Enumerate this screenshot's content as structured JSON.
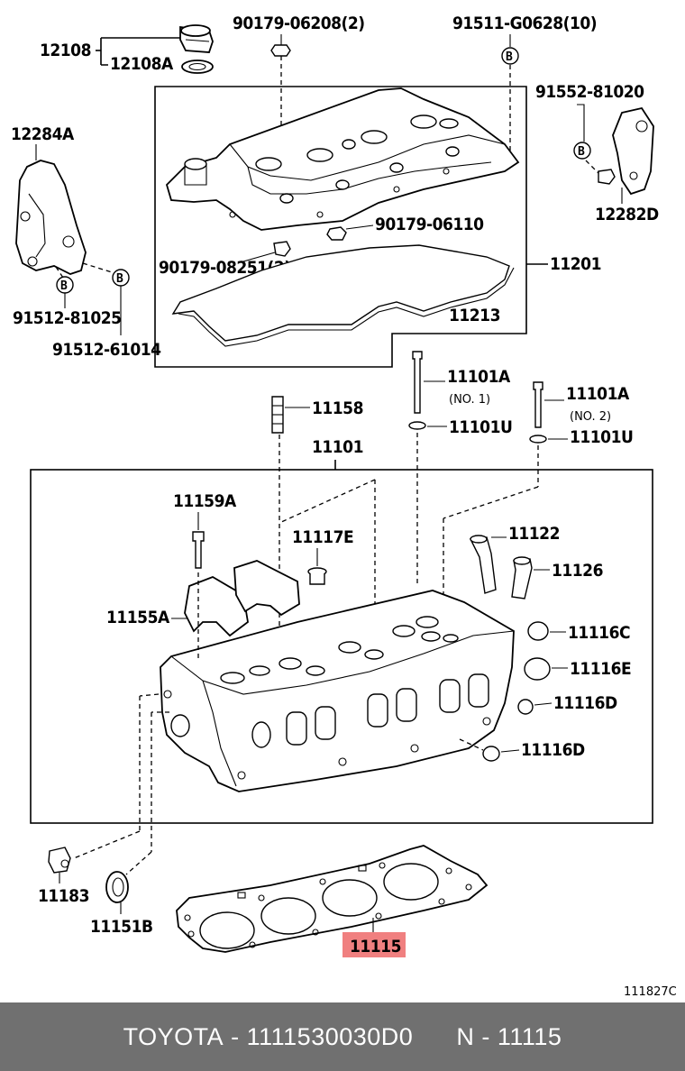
{
  "labels": {
    "p12108": "12108",
    "p12108A": "12108A",
    "p90179_06208": "90179-06208(2)",
    "p91511_G0628": "91511-G0628(10)",
    "p91552_81020": "91552-81020",
    "p12284A": "12284A",
    "p12282D": "12282D",
    "p90179_06110": "90179-06110",
    "p90179_08251": "90179-08251(2)",
    "p11201": "11201",
    "p11213": "11213",
    "p91512_81025": "91512-81025",
    "p91512_61014": "91512-61014",
    "p11158": "11158",
    "p11101A_1": "11101A",
    "no1": "(NO. 1)",
    "p11101U_1": "11101U",
    "p11101A_2": "11101A",
    "no2": "(NO. 2)",
    "p11101U_2": "11101U",
    "p11101": "11101",
    "p11159A": "11159A",
    "p11117E": "11117E",
    "p11122": "11122",
    "p11126": "11126",
    "p11155A": "11155A",
    "p11116C": "11116C",
    "p11116E": "11116E",
    "p11116D_1": "11116D",
    "p11116D_2": "11116D",
    "p11183": "11183",
    "p11151B": "11151B",
    "p11115": "11115",
    "b_marker": "B",
    "diagram_code": "111827C"
  },
  "highlight_color": "#f08080",
  "footer": {
    "brand": "TOYOTA",
    "part_number": "1111530030D0",
    "ref": "N",
    "ref_number": "11115"
  }
}
